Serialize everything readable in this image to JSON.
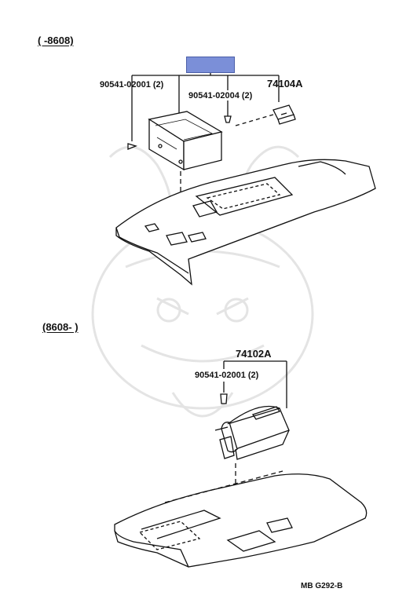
{
  "sections": {
    "early": {
      "range_label": "(      -8608)"
    },
    "late": {
      "range_label": "(8608-       )"
    }
  },
  "upper": {
    "highlighted_part": "",
    "screw_left": "90541-02001 (2)",
    "screw_mid": "90541-02004 (2)",
    "assembly": "74104A"
  },
  "lower": {
    "assembly": "74102A",
    "screw": "90541-02001 (2)"
  },
  "footer": {
    "code": "MB  G292-B"
  },
  "colors": {
    "highlight": "#7b8fd8",
    "line": "#111111",
    "watermark": "#e2e2e2"
  }
}
